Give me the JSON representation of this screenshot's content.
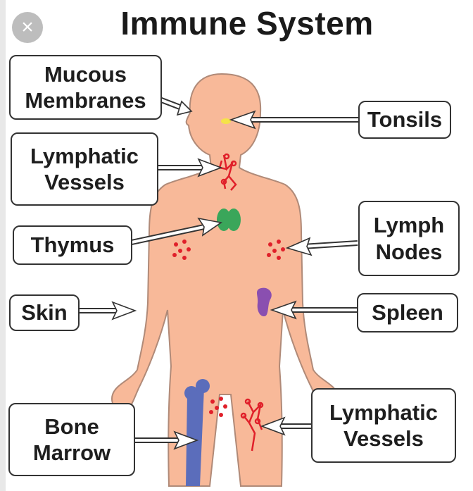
{
  "title": "Immune System",
  "close_icon": "×",
  "labels": {
    "mucous_line1": "Mucous",
    "mucous_line2": "Membranes",
    "tonsils": "Tonsils",
    "lymphatic_top_line1": "Lymphatic",
    "lymphatic_top_line2": "Vessels",
    "thymus": "Thymus",
    "lymph_line1": "Lymph",
    "lymph_line2": "Nodes",
    "skin": "Skin",
    "spleen": "Spleen",
    "bone_line1": "Bone",
    "bone_line2": "Marrow",
    "lymphatic_bottom_line1": "Lymphatic",
    "lymphatic_bottom_line2": "Vessels"
  },
  "colors": {
    "skin": "#f8b999",
    "skin_outline": "#b08a78",
    "thymus": "#3aa65a",
    "spleen": "#8a4fb0",
    "bone": "#5b6dbb",
    "lymph": "#e0202a",
    "tonsil": "#f5e34a"
  }
}
